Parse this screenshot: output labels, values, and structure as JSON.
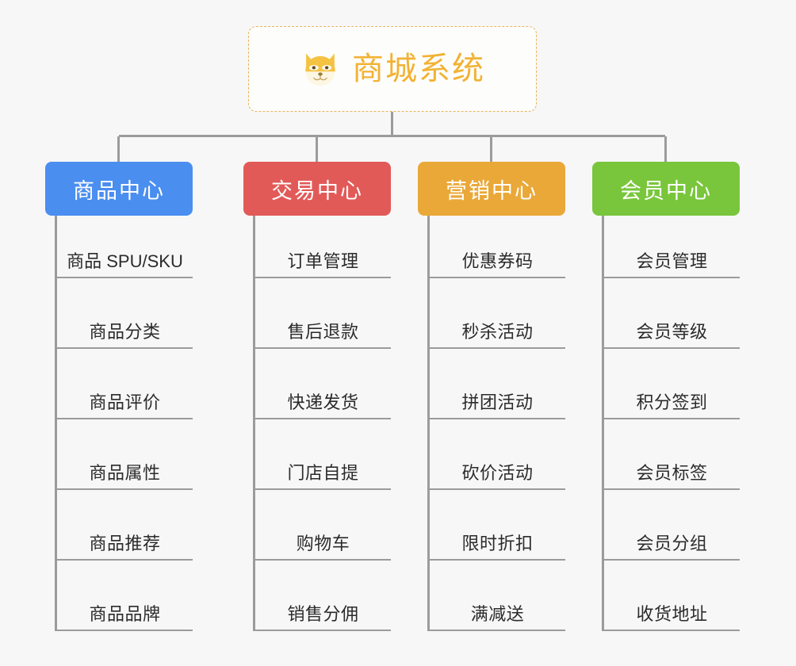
{
  "root": {
    "title": "商城系统",
    "icon": "dog-face-icon",
    "accent_color": "#f2b233",
    "border_color": "#e8b45a"
  },
  "columns": [
    {
      "title": "商品中心",
      "color": "#4a8ef0",
      "items": [
        "商品 SPU/SKU",
        "商品分类",
        "商品评价",
        "商品属性",
        "商品推荐",
        "商品品牌"
      ]
    },
    {
      "title": "交易中心",
      "color": "#e25a58",
      "items": [
        "订单管理",
        "售后退款",
        "快递发货",
        "门店自提",
        "购物车",
        "销售分佣"
      ]
    },
    {
      "title": "营销中心",
      "color": "#eaa838",
      "items": [
        "优惠券码",
        "秒杀活动",
        "拼团活动",
        "砍价活动",
        "限时折扣",
        "满减送"
      ]
    },
    {
      "title": "会员中心",
      "color": "#79c63c",
      "items": [
        "会员管理",
        "会员等级",
        "积分签到",
        "会员标签",
        "会员分组",
        "收货地址"
      ]
    }
  ],
  "connector_color": "#9b9b9b",
  "background_color": "#f7f7f7"
}
